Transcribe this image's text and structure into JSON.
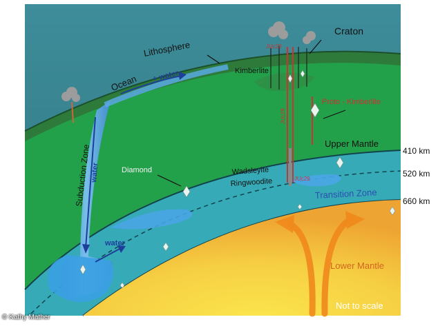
{
  "labels": {
    "craton": "Craton",
    "lithosphere": "Lithosphere",
    "kimberlite": "Kimberlite",
    "ocean": "Ocean",
    "water_surface": "+ water",
    "subduction_zone": "Subduction Zone",
    "water_slab": "water",
    "water_deep": "water",
    "proto_kimberlite": "Proto - Kimberlite",
    "upper_mantle": "Upper Mantle",
    "diamond": "Diamond",
    "wadsleyite": "Wadsleyite",
    "ringwoodite": "Ringwoodite",
    "transition_zone": "Transition Zone",
    "lower_mantle": "Lower Mantle",
    "not_to_scale": "Not to scale",
    "juc29_top": "JUc29",
    "juc29_mid": "JUc29",
    "juc29_bottom": "JUc29"
  },
  "depths": [
    "410 km",
    "520 km",
    "660 km"
  ],
  "credit": "© Kathy Mather",
  "colors": {
    "sky": "#3d8a97",
    "crust": "#2f7a3c",
    "upper_mantle": "#22a04a",
    "transition_zone": "#35a9b5",
    "lower_mantle_outer": "#f2b53a",
    "lower_mantle_inner": "#f7df48",
    "slab": "#4d98d8",
    "water": "#1f4fa8",
    "kimberlite": "#cc3333",
    "convection": "#f08a1e"
  }
}
